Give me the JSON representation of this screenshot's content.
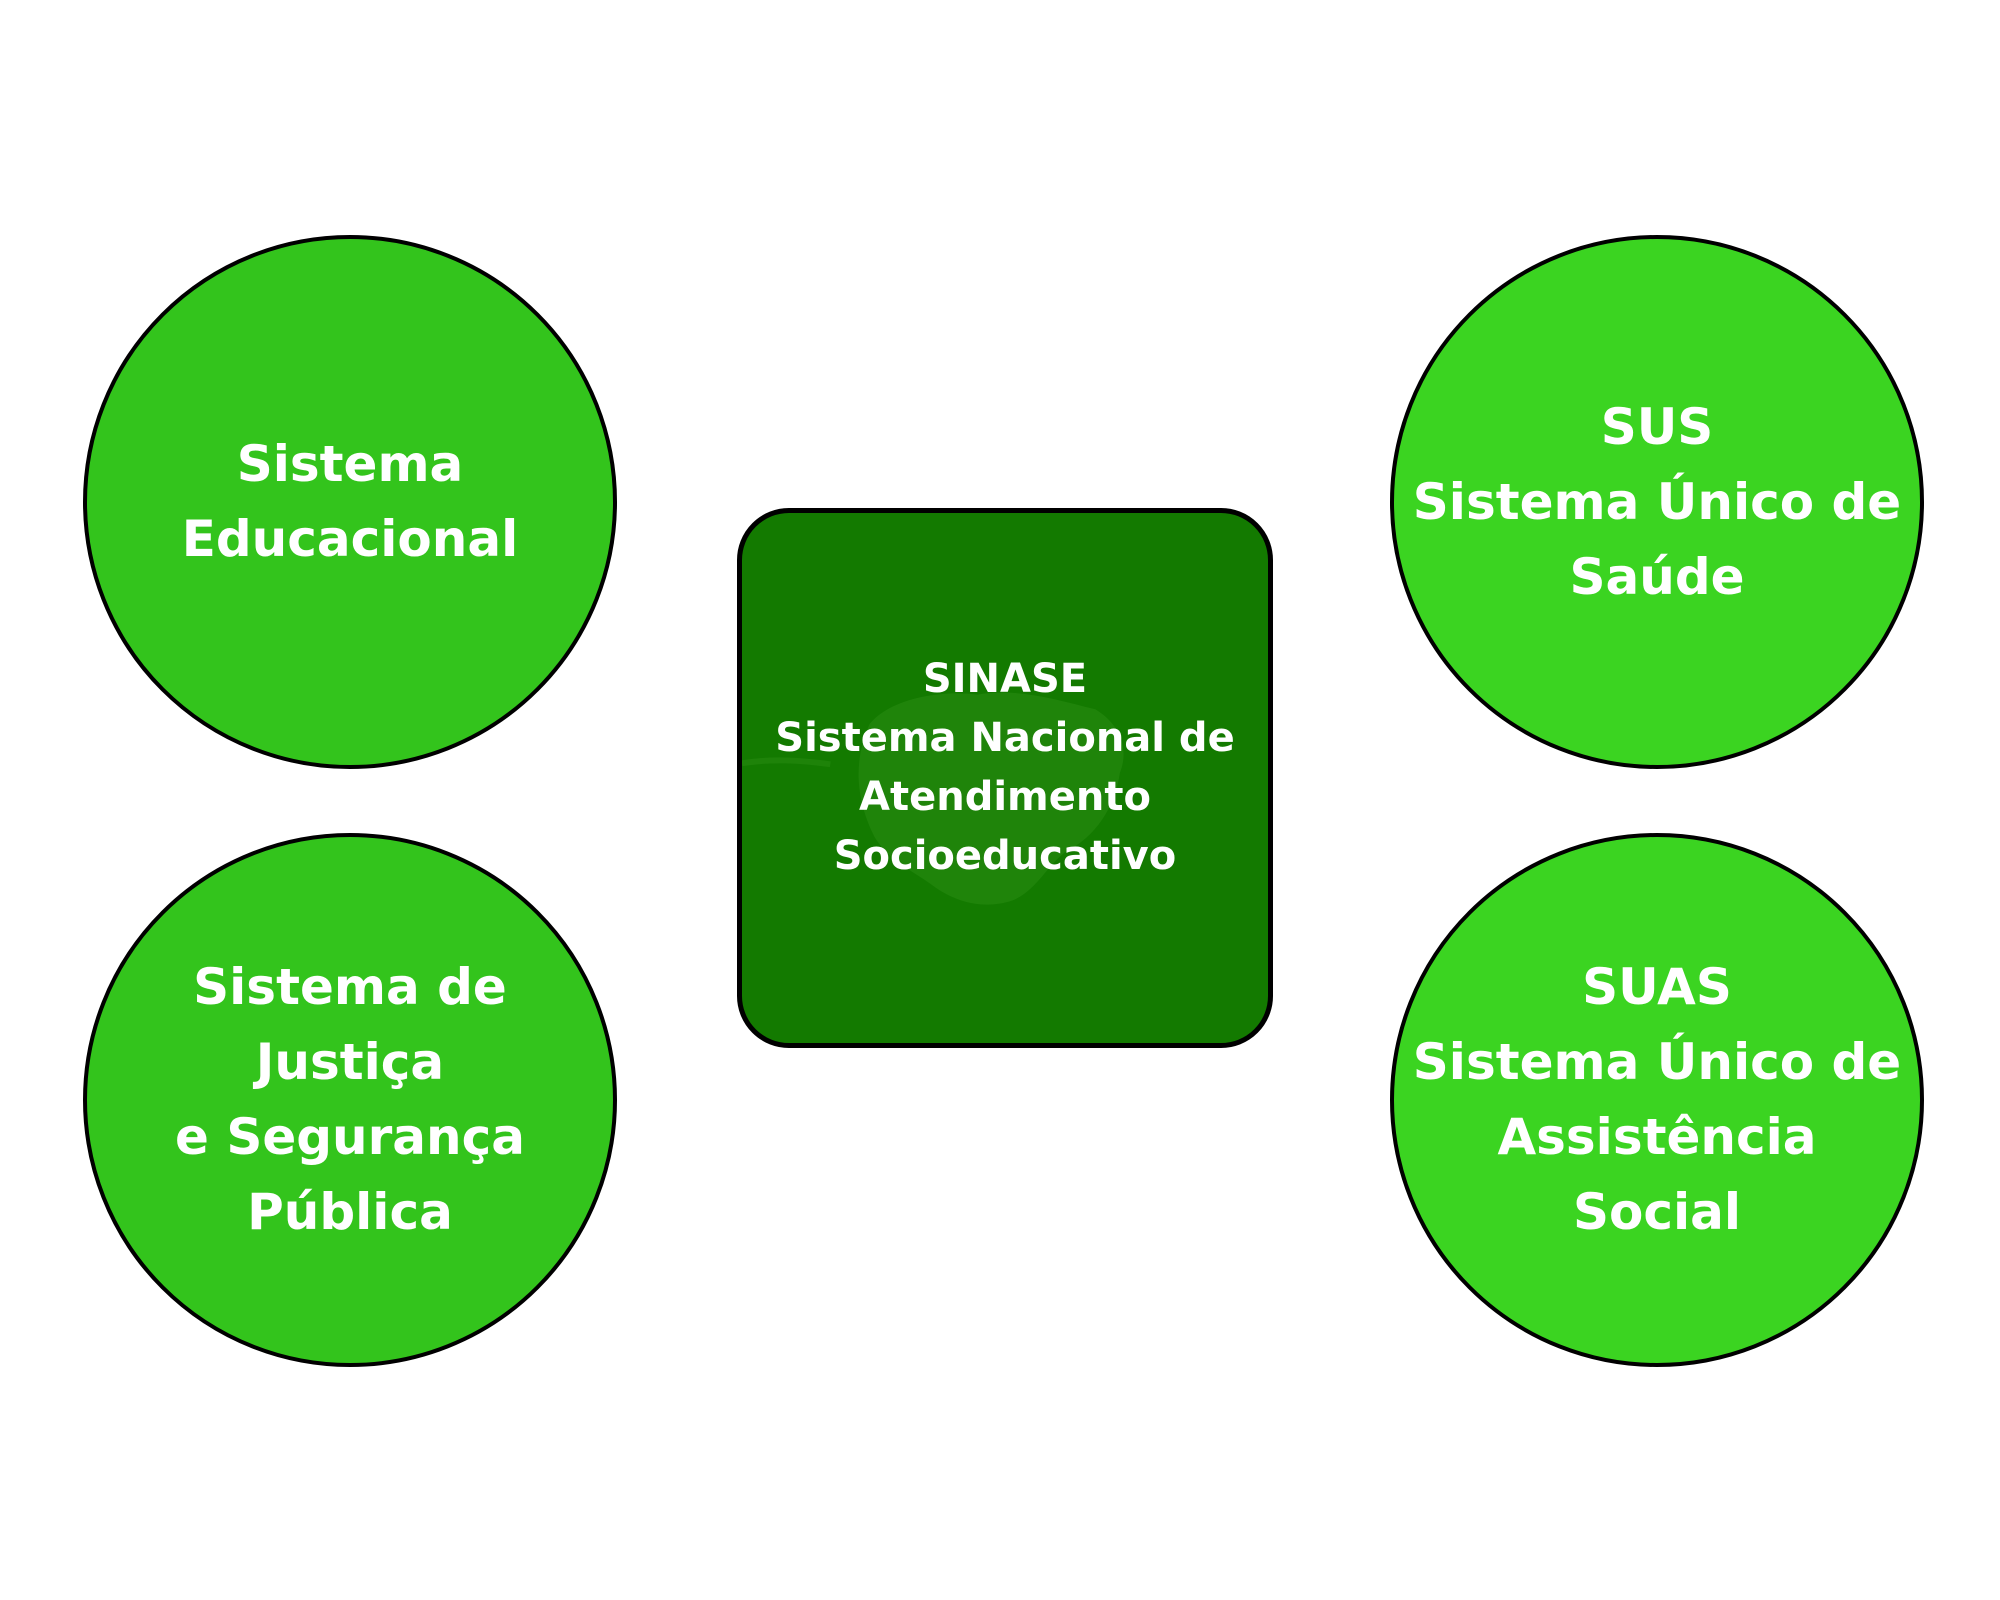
{
  "colors": {
    "circle_left": "#33c41c",
    "circle_right": "#3bd421",
    "center_fill": "#137a00",
    "border": "#000000",
    "text": "#ffffff"
  },
  "nodes": {
    "educacional": {
      "lines": [
        "Sistema",
        "Educacional"
      ]
    },
    "justica": {
      "lines": [
        "Sistema de",
        "Justiça",
        "e Segurança",
        "Pública"
      ]
    },
    "sus": {
      "lines": [
        "SUS",
        "Sistema Único de",
        "Saúde"
      ]
    },
    "suas": {
      "lines": [
        "SUAS",
        "Sistema Único de",
        "Assistência",
        "Social"
      ]
    },
    "sinase": {
      "lines": [
        "SINASE",
        "Sistema Nacional de",
        "Atendimento",
        "Socioeducativo"
      ]
    }
  }
}
